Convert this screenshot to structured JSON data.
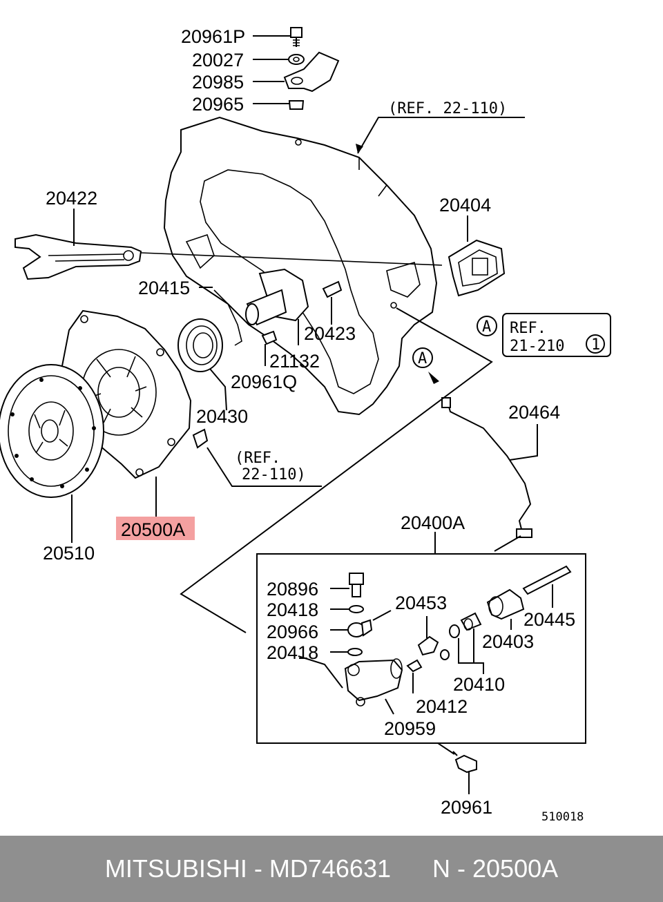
{
  "diagram_number": "510018",
  "highlight_color": "#f4a0a0",
  "labels": {
    "p20961P": "20961P",
    "p20027": "20027",
    "p20985": "20985",
    "p20965": "20965",
    "p20422": "20422",
    "p20404": "20404",
    "p20415": "20415",
    "p20423": "20423",
    "p21132": "21132",
    "p20961Q": "20961Q",
    "p20430": "20430",
    "p20464": "20464",
    "p20500A": "20500A",
    "p20510": "20510",
    "p20400A": "20400A",
    "p20896": "20896",
    "p20418a": "20418",
    "p20966": "20966",
    "p20418b": "20418",
    "p20453": "20453",
    "p20445": "20445",
    "p20403": "20403",
    "p20410": "20410",
    "p20412": "20412",
    "p20959": "20959",
    "p20961": "20961"
  },
  "refs": {
    "ref_top": "(REF. 22-110)",
    "ref_mid_line1": "(REF.",
    "ref_mid_line2": "22-110)",
    "ref_box_line1": "REF.",
    "ref_box_line2": "21-210",
    "ref_box_num": "1",
    "callout_a": "A"
  },
  "footer": {
    "brand": "MITSUBISHI",
    "part_number": "MD746631",
    "ref_number": "N - 20500A"
  }
}
